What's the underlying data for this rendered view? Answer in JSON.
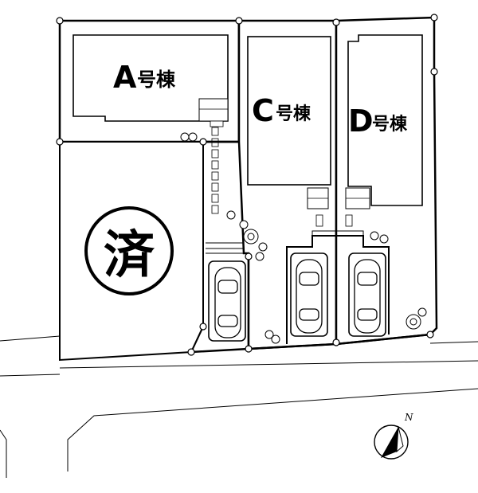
{
  "lots": {
    "a": {
      "letter": "A",
      "suffix": "号棟"
    },
    "c": {
      "letter": "C",
      "suffix": "号棟"
    },
    "d": {
      "letter": "D",
      "suffix": "号棟"
    }
  },
  "sold_lot": {
    "stamp": "済",
    "status": "sold"
  },
  "compass": {
    "north_label": "N"
  }
}
